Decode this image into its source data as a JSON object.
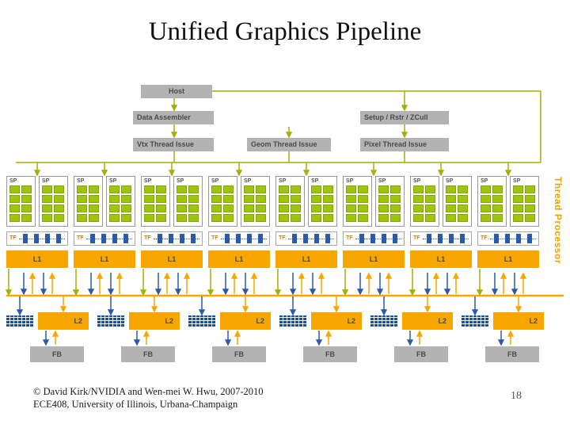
{
  "title": "Unified Graphics Pipeline",
  "colors": {
    "olive": "#a2b007",
    "blue": "#2b5ba8",
    "orange": "#f7a600",
    "green_core": "#9fc40f",
    "gray_box": "#b3b3b3",
    "box_text": "#4a4a4a"
  },
  "pipeline": {
    "host": "Host",
    "data_assembler": "Data Assembler",
    "setup": "Setup / Rstr / ZCull",
    "vtx_issue": "Vtx Thread Issue",
    "geom_issue": "Geom Thread Issue",
    "pixel_issue": "Pixel Thread Issue"
  },
  "thread_processor_label": "Thread Processor",
  "cluster": {
    "count": 8,
    "sp_blocks_per_cluster": 2,
    "sp_cores_per_block": 8,
    "sp_label": "SP",
    "tf_label": "TF",
    "l1_label": "L1"
  },
  "memory": {
    "count": 6,
    "l2_label": "L2",
    "fb_label": "FB"
  },
  "footer": {
    "line1": "© David Kirk/NVIDIA and Wen-mei W. Hwu, 2007-2010",
    "line2": "ECE408, University of Illinois, Urbana-Champaign",
    "page": "18"
  }
}
